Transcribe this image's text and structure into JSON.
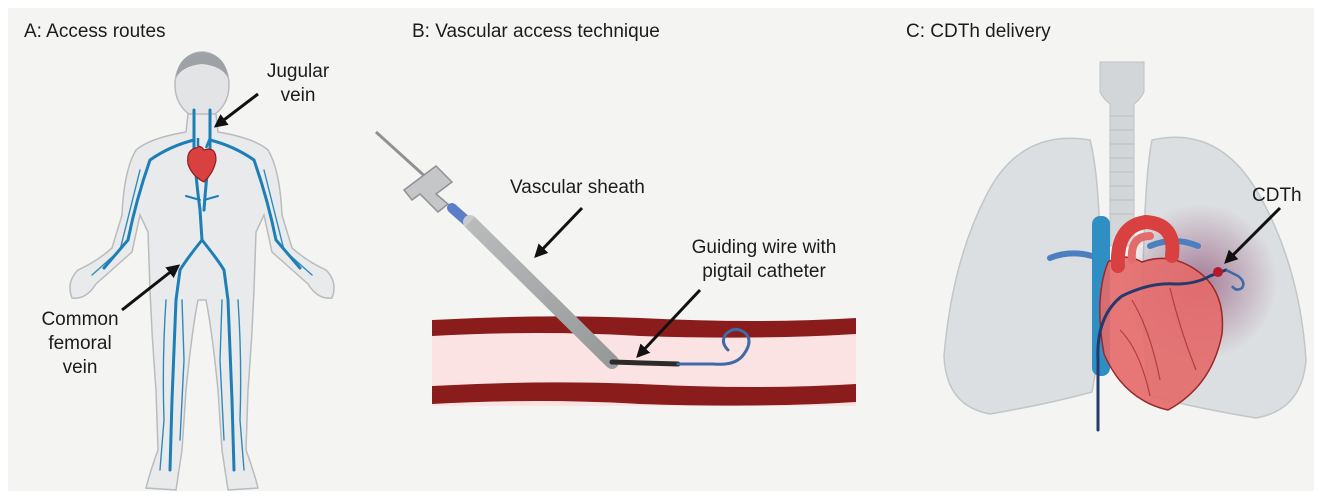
{
  "panels": {
    "a": {
      "title": "A: Access routes",
      "labels": {
        "jugular_1": "Jugular",
        "jugular_2": "vein",
        "femoral_1": "Common",
        "femoral_2": "femoral",
        "femoral_3": "vein"
      }
    },
    "b": {
      "title": "B: Vascular access technique",
      "labels": {
        "sheath": "Vascular sheath",
        "wire_1": "Guiding wire with",
        "wire_2": "pigtail catheter"
      }
    },
    "c": {
      "title": "C: CDTh delivery",
      "labels": {
        "cdth": "CDTh"
      }
    }
  },
  "colors": {
    "background": "#f4f5f2",
    "vein": "#1d7fb5",
    "heart": "#d94040",
    "vessel_wall": "#8b1c1c",
    "vessel_lumen": "#fbe3e3",
    "lung": "#dcdfe1",
    "trachea": "#d3d6d8",
    "arrow": "#111111"
  }
}
